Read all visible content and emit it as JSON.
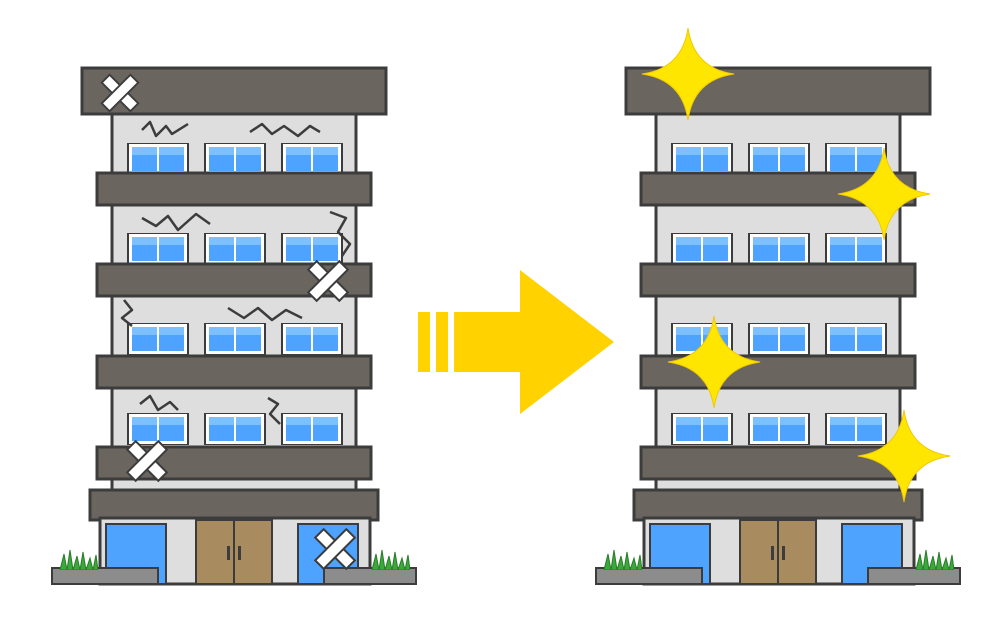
{
  "illustration": {
    "panels": [
      {
        "name": "before",
        "condition": "damaged",
        "floors": 4,
        "windows_per_floor": 3
      },
      {
        "name": "after",
        "condition": "renovated",
        "floors": 4,
        "windows_per_floor": 3
      }
    ],
    "arrow_direction": "right",
    "colors": {
      "roof": "#6b6560",
      "wall": "#dedede",
      "window": "#4da3ff",
      "door": "#a88b5e",
      "ground_slab": "#8c8c8c",
      "arrow": "#ffd200",
      "sparkle": "#ffe600",
      "plant": "#3aa83a",
      "outline": "#3c3c3c"
    },
    "icons": [
      "crack-icon",
      "repair-patch-icon",
      "sparkle-icon",
      "arrow-right-icon",
      "grass-icon"
    ]
  }
}
